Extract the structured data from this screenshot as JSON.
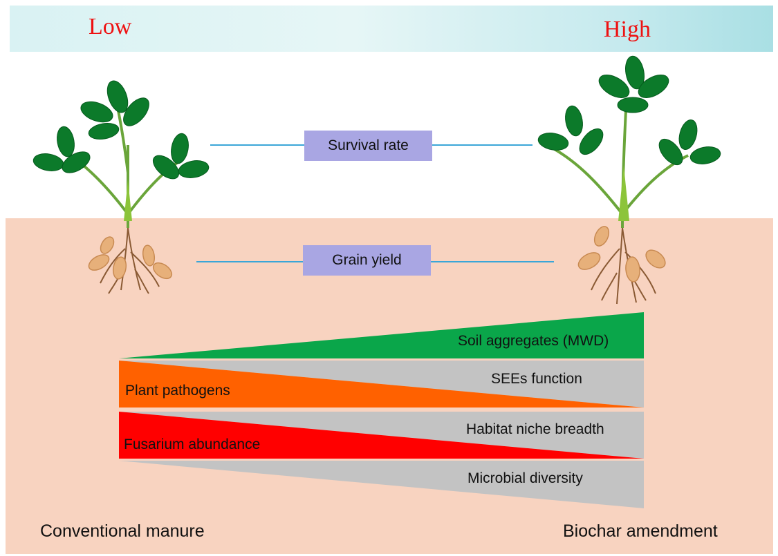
{
  "scale": {
    "low": "Low",
    "high": "High"
  },
  "labels": {
    "survival_rate": "Survival rate",
    "grain_yield": "Grain yield"
  },
  "wedges": {
    "soil_aggregates": "Soil aggregates (MWD)",
    "sees_function": "SEEs function",
    "plant_pathogens": "Plant pathogens",
    "habitat_niche_breadth": "Habitat niche breadth",
    "fusarium_abundance": "Fusarium abundance",
    "microbial_diversity": "Microbial diversity"
  },
  "treatments": {
    "left": "Conventional manure",
    "right": "Biochar amendment"
  },
  "colors": {
    "green": "#0aa64a",
    "orange": "#ff6100",
    "red": "#ff0000",
    "gray": "#c3c3c3",
    "soil": "#f8d3c0",
    "box": "#a9a6e3",
    "line": "#3aa6d8"
  }
}
